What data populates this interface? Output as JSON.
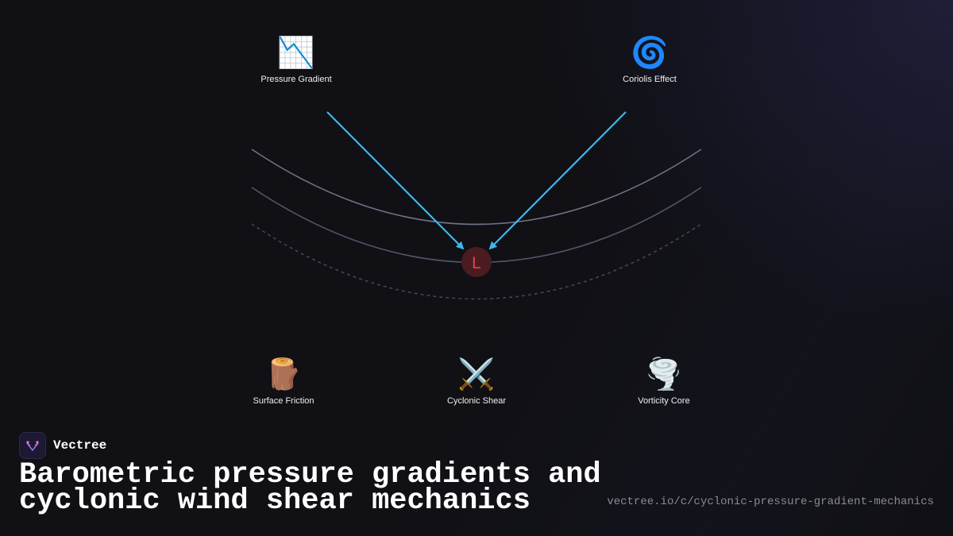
{
  "diagram": {
    "nodes": [
      {
        "id": "pressure",
        "icon": "chart-decreasing-icon",
        "emoji": "📉",
        "label": "Pressure Gradient"
      },
      {
        "id": "coriolis",
        "icon": "cyclone-icon",
        "emoji": "🌀",
        "label": "Coriolis Effect"
      },
      {
        "id": "friction",
        "icon": "wood-log-icon",
        "emoji": "🪵",
        "label": "Surface Friction"
      },
      {
        "id": "shear",
        "icon": "crossed-swords-icon",
        "emoji": "⚔️",
        "label": "Cyclonic Shear"
      },
      {
        "id": "vorticity",
        "icon": "tornado-icon",
        "emoji": "🌪️",
        "label": "Vorticity Core"
      }
    ],
    "center": {
      "letter": "L"
    },
    "colors": {
      "arrow": "#3fb6ec",
      "isobar_outer": "#6b7386",
      "isobar_mid": "#4f5769",
      "isobar_dashed": "#3f4758",
      "center_fill": "#4a1c22",
      "center_text": "#e2424d"
    }
  },
  "brand": {
    "name": "Vectree",
    "logo_icon": "vectree-logo-icon"
  },
  "title": "Barometric pressure gradients and cyclonic wind shear mechanics",
  "url": "vectree.io/c/cyclonic-pressure-gradient-mechanics"
}
